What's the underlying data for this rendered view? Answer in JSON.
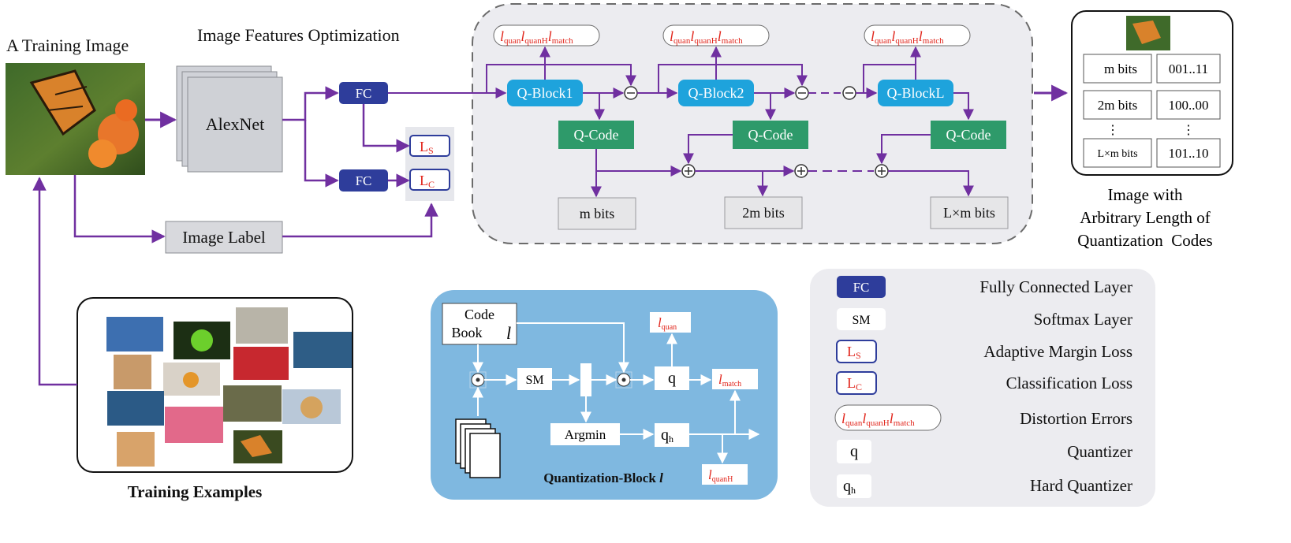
{
  "labels": {
    "training_image": "A Training Image",
    "features_title": "Image Features Optimization",
    "alexnet": "AlexNet",
    "fc": "FC",
    "ls": "L",
    "ls_sub": "S",
    "lc": "L",
    "lc_sub": "C",
    "image_label": "Image Label",
    "training_examples": "Training Examples",
    "q_block_1": "Q-Block1",
    "q_block_2": "Q-Block2",
    "q_block_L": "Q-BlockL",
    "q_code": "Q-Code",
    "m_bits": "m bits",
    "two_m_bits": "2m bits",
    "lxm_bits": "L×m bits",
    "loss_l": "l",
    "loss_quan": "quan",
    "loss_quanH": "quanH",
    "loss_match": "match",
    "output_caption": [
      "Image with",
      "Arbitrary Length of",
      "Quantization  Codes"
    ],
    "output_table": [
      {
        "len": "m bits",
        "code": "001..11"
      },
      {
        "len": "2m bits",
        "code": "100..00"
      },
      {
        "len": "⋮",
        "code": "⋮"
      },
      {
        "len": "L×m bits",
        "code": "101..10"
      }
    ],
    "qb_codebook": [
      "Code",
      "Book"
    ],
    "qb_sm": "SM",
    "qb_argmin": "Argmin",
    "qb_q": "q",
    "qb_qh": "q",
    "qb_qh_sub": "h",
    "qb_title": "Quantization-Block ",
    "qb_title_l": "l"
  },
  "legend": [
    {
      "symbol": "FC",
      "text": "Fully Connected Layer"
    },
    {
      "symbol": "SM",
      "text": "Softmax Layer"
    },
    {
      "symbol": "LS",
      "text": "Adaptive Margin Loss"
    },
    {
      "symbol": "LC",
      "text": "Classification Loss"
    },
    {
      "symbol": "losses",
      "text": "Distortion Errors"
    },
    {
      "symbol": "q",
      "text": "Quantizer"
    },
    {
      "symbol": "qh",
      "text": "Hard Quantizer"
    }
  ],
  "colors": {
    "arrow": "#7030a0",
    "fc_blue": "#2e3d9b",
    "qblock_blue": "#1ea3dc",
    "qcode_green": "#2e9a6a",
    "loss_red": "#e1251b",
    "panel_gray": "#ececf0",
    "qb_panel_blue": "#7fb8e0"
  }
}
